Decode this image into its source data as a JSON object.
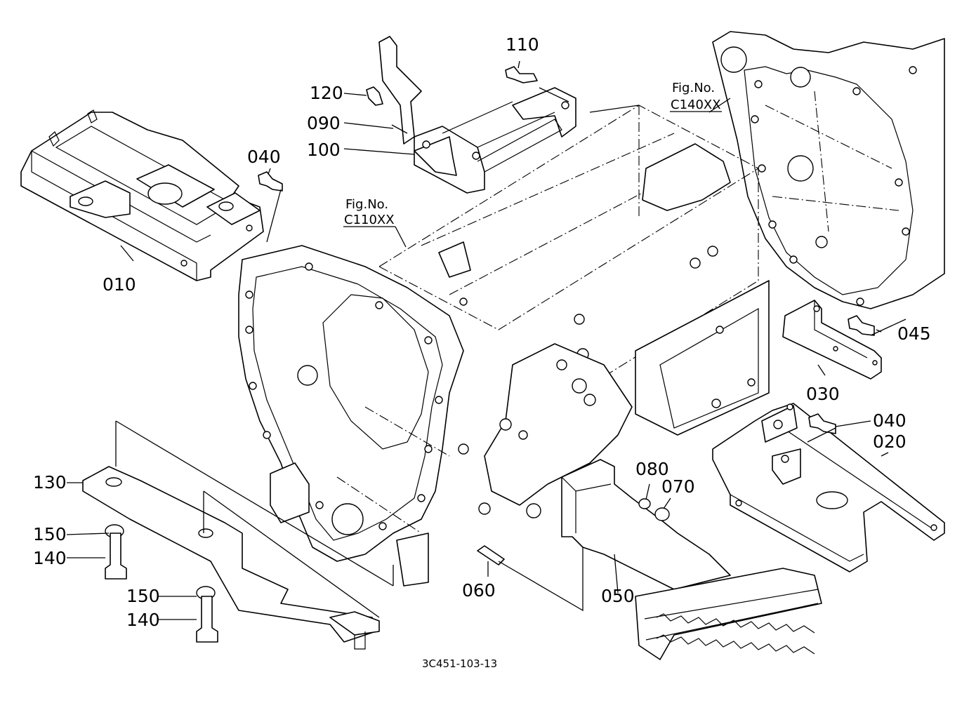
{
  "diagram_code": "3C451-103-13",
  "figure_refs": [
    {
      "label": "Fig.No.",
      "code": "C140XX"
    },
    {
      "label": "Fig.No.",
      "code": "C110XX"
    }
  ],
  "callouts": [
    "010",
    "040",
    "090",
    "100",
    "110",
    "120",
    "045",
    "030",
    "040",
    "020",
    "130",
    "150",
    "140",
    "150",
    "140",
    "060",
    "050",
    "080",
    "070"
  ]
}
